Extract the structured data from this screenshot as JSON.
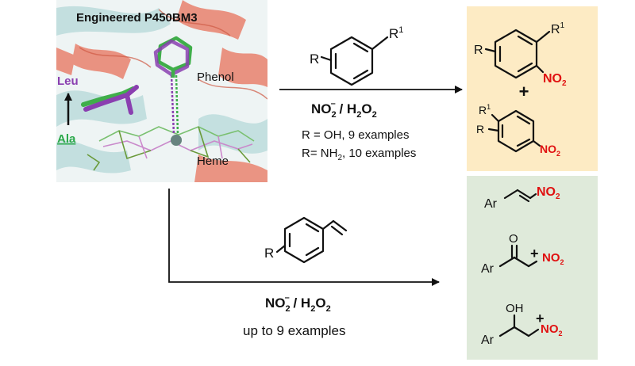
{
  "protein_panel": {
    "title": "Engineered  P450BM3",
    "label_phenol": "Phenol",
    "label_heme": "Heme",
    "mutation_to": "Leu",
    "mutation_from": "Ala",
    "colors": {
      "leu": "#8a3fb0",
      "ala": "#2aa84a",
      "helix_red": "#e8705a",
      "helix_teal": "#8fc8c8"
    }
  },
  "top_reaction": {
    "substrate": {
      "r": "R",
      "r1": "R",
      "r1_sup": "1"
    },
    "reagent": {
      "a": "NO",
      "a_sub": "2",
      "a_sup": "–",
      "sep": " / H",
      "b_sub": "2",
      "c": "O",
      "c_sub": "2"
    },
    "example_1": "R = OH, 9 examples",
    "example_2_a": "R=  NH",
    "example_2_sub": "2",
    "example_2_b": ", 10 examples"
  },
  "top_products": {
    "bg_color": "#fdebc4",
    "ortho": {
      "r": "R",
      "r1": "R",
      "r1_sup": "1",
      "no2": "NO",
      "no2_sub": "2"
    },
    "plus": "+",
    "para": {
      "r": "R",
      "r1": "R",
      "r1_sup": "1",
      "no2": "NO",
      "no2_sub": "2"
    }
  },
  "bottom_reaction": {
    "substrate": {
      "r": "R"
    },
    "reagent": {
      "a": "NO",
      "a_sub": "2",
      "a_sup": "–",
      "sep": " / H",
      "b_sub": "2",
      "c": "O",
      "c_sub": "2"
    },
    "examples": "up to 9 examples"
  },
  "bottom_products": {
    "bg_color": "#dfeada",
    "nitroalkene": {
      "ar": "Ar",
      "no2": "NO",
      "no2_sub": "2"
    },
    "nitroketone": {
      "o": "O",
      "ar": "Ar",
      "plus": "+",
      "no2": "NO",
      "no2_sub": "2"
    },
    "nitroalcohol": {
      "oh": "OH",
      "ar": "Ar",
      "plus": "+",
      "no2": "NO",
      "no2_sub": "2"
    }
  }
}
